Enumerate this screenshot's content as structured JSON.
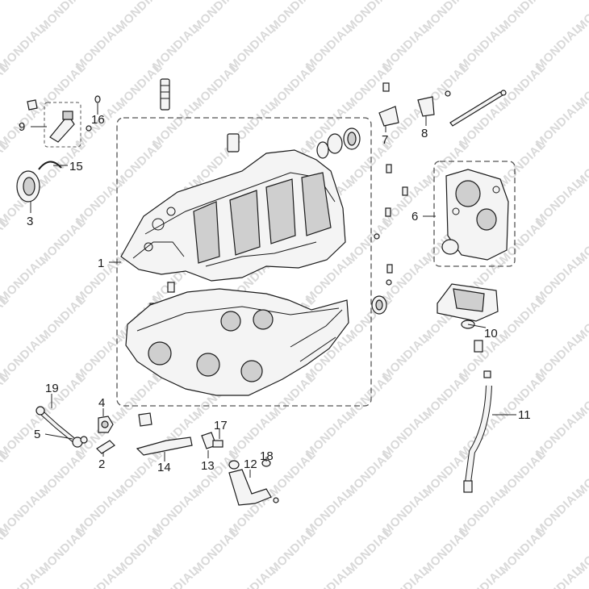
{
  "watermark": "MONDIAL",
  "callouts": [
    {
      "id": "1",
      "text": "1"
    },
    {
      "id": "2",
      "text": "2"
    },
    {
      "id": "3",
      "text": "3"
    },
    {
      "id": "4",
      "text": "4"
    },
    {
      "id": "5",
      "text": "5"
    },
    {
      "id": "6",
      "text": "6"
    },
    {
      "id": "7",
      "text": "7"
    },
    {
      "id": "8",
      "text": "8"
    },
    {
      "id": "9",
      "text": "9"
    },
    {
      "id": "10",
      "text": "10"
    },
    {
      "id": "11",
      "text": "11"
    },
    {
      "id": "12",
      "text": "12"
    },
    {
      "id": "13",
      "text": "13"
    },
    {
      "id": "14",
      "text": "14"
    },
    {
      "id": "15",
      "text": "15"
    },
    {
      "id": "16",
      "text": "16"
    },
    {
      "id": "17",
      "text": "17"
    },
    {
      "id": "18",
      "text": "18"
    },
    {
      "id": "19",
      "text": "19"
    }
  ]
}
